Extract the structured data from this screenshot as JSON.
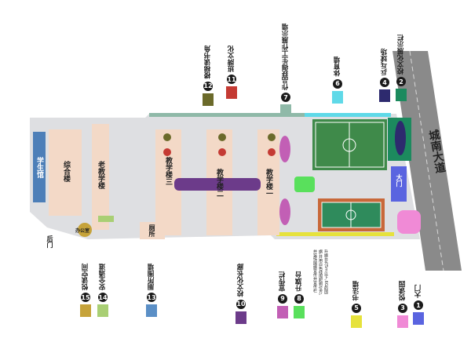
{
  "road": {
    "name": "城南大道"
  },
  "buildings": {
    "study_hall": "学生馆",
    "comprehensive": "综合楼",
    "old_teaching": "老教学楼",
    "teaching_3": "教学楼三",
    "teaching_2": "教学楼二",
    "teaching_1": "教学楼一",
    "toilet": "厕所",
    "gate_main": "大门",
    "back_gate": "后门",
    "office": "办公室"
  },
  "legend_top": [
    {
      "num": "12",
      "label": "楼梯读书角",
      "color": "#6b6a2a"
    },
    {
      "num": "11",
      "label": "班牌文化",
      "color": "#c43a33"
    },
    {
      "num": "7",
      "label": "作品获得生工作展示墙",
      "color": "#8fb9a8"
    },
    {
      "num": "6",
      "label": "体育墙",
      "color": "#5fd9e8"
    },
    {
      "num": "4",
      "label": "乒乓球场",
      "color": "#2d2a6e"
    },
    {
      "num": "2",
      "label": "校文化展示栏",
      "color": "#1c8a5e"
    }
  ],
  "legend_bottom": [
    {
      "num": "15",
      "label": "悦读空间",
      "color": "#c6a33a"
    },
    {
      "num": "14",
      "label": "安全通道",
      "color": "#a9cf74"
    },
    {
      "num": "13",
      "label": "厕所围墙",
      "color": "#5b8fc6"
    },
    {
      "num": "10",
      "label": "校文化长廊",
      "color": "#6c3b8a"
    },
    {
      "num": "9",
      "label": "宣传栏",
      "color": "#c25fb5"
    },
    {
      "num": "8",
      "label": "升旗台",
      "color": "#59e05c"
    },
    {
      "num": "5",
      "label": "书法墙",
      "color": "#e6e23c"
    },
    {
      "num": "3",
      "label": "悦读园",
      "color": "#f08ad6"
    },
    {
      "num": "1",
      "label": "大门",
      "color": "#5a64e0"
    }
  ],
  "flag_note": "升旗台为5m以下,6G的国旗,并用白色线围起到位方,并装饰国旗宣传并宣传栏"
}
